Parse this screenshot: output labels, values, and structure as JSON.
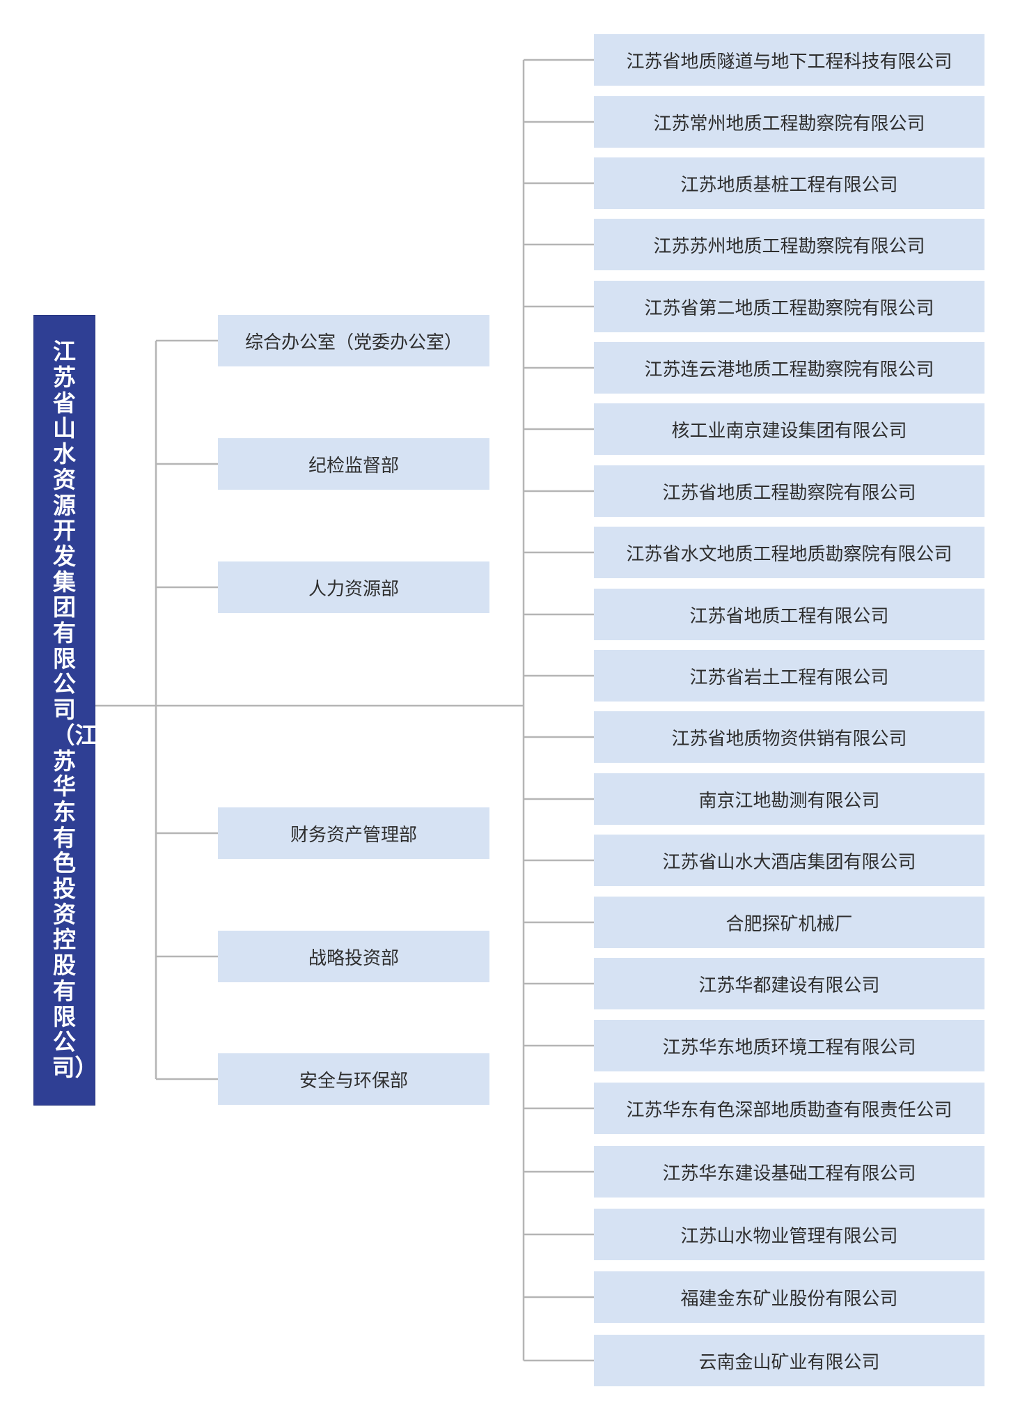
{
  "root": {
    "title": "江苏省山水资源开发集团有限公司（江苏华东有色投资控股有限公司）"
  },
  "departments": [
    {
      "label": "综合办公室（党委办公室）"
    },
    {
      "label": "纪检监督部"
    },
    {
      "label": "人力资源部"
    },
    {
      "label": "财务资产管理部"
    },
    {
      "label": "战略投资部"
    },
    {
      "label": "安全与环保部"
    }
  ],
  "subsidiaries": [
    {
      "label": "江苏省地质隧道与地下工程科技有限公司"
    },
    {
      "label": "江苏常州地质工程勘察院有限公司"
    },
    {
      "label": "江苏地质基桩工程有限公司"
    },
    {
      "label": "江苏苏州地质工程勘察院有限公司"
    },
    {
      "label": "江苏省第二地质工程勘察院有限公司"
    },
    {
      "label": "江苏连云港地质工程勘察院有限公司"
    },
    {
      "label": "核工业南京建设集团有限公司"
    },
    {
      "label": "江苏省地质工程勘察院有限公司"
    },
    {
      "label": "江苏省水文地质工程地质勘察院有限公司"
    },
    {
      "label": "江苏省地质工程有限公司"
    },
    {
      "label": "江苏省岩土工程有限公司"
    },
    {
      "label": "江苏省地质物资供销有限公司"
    },
    {
      "label": "南京江地勘测有限公司"
    },
    {
      "label": "江苏省山水大酒店集团有限公司"
    },
    {
      "label": "合肥探矿机械厂"
    },
    {
      "label": "江苏华都建设有限公司"
    },
    {
      "label": "江苏华东地质环境工程有限公司"
    },
    {
      "label": "江苏华东有色深部地质勘查有限责任公司"
    },
    {
      "label": "江苏华东建设基础工程有限公司"
    },
    {
      "label": "江苏山水物业管理有限公司"
    },
    {
      "label": "福建金东矿业股份有限公司"
    },
    {
      "label": "云南金山矿业有限公司"
    }
  ],
  "colors": {
    "root_fill": "#2f3f94",
    "box_fill": "#d6e2f3",
    "connector": "#b5b5b5"
  }
}
